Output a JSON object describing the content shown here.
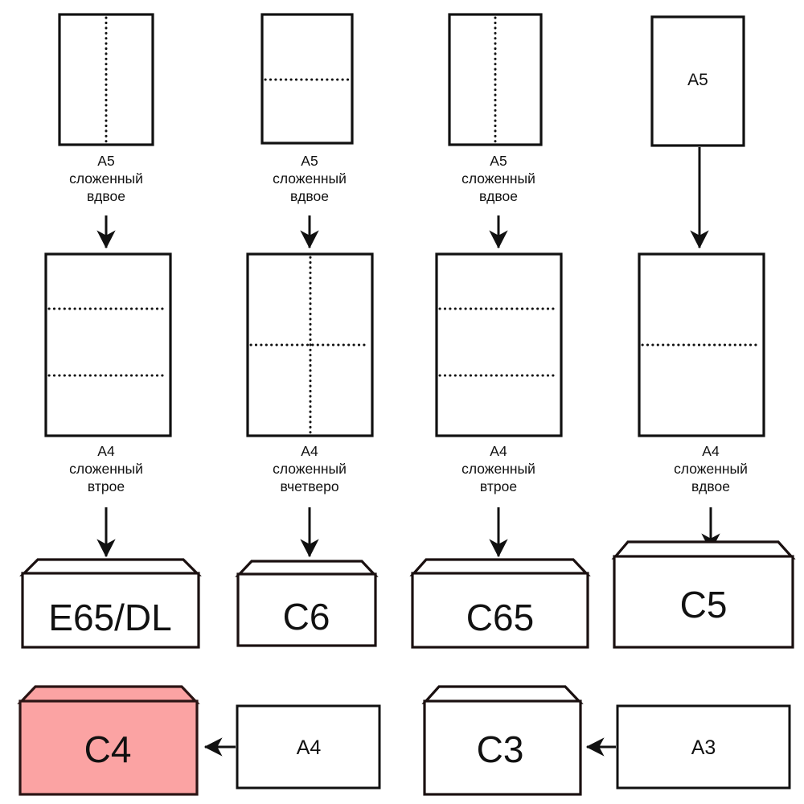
{
  "diagram": {
    "title": "Envelope and paper format correspondence chart",
    "language": "ru",
    "colors": {
      "stroke": "#111111",
      "paper_fill": "#ffffff",
      "highlight_fill": "#FBA3A3",
      "background": "#ffffff"
    },
    "columns": [
      {
        "id": "col-1",
        "top": {
          "label": "A5",
          "caption_line1": "A5",
          "caption_line2": "сложенный",
          "caption_line3": "вдвое",
          "fold": "vertical-half",
          "inner_label": ""
        },
        "middle": {
          "caption_line1": "A4",
          "caption_line2": "сложенный",
          "caption_line3": "втрое",
          "fold": "horizontal-thirds"
        },
        "envelope": {
          "label": "E65/DL"
        }
      },
      {
        "id": "col-2",
        "top": {
          "label": "A5",
          "caption_line1": "A5",
          "caption_line2": "сложенный",
          "caption_line3": "вдвое",
          "fold": "horizontal-half",
          "inner_label": ""
        },
        "middle": {
          "caption_line1": "A4",
          "caption_line2": "сложенный",
          "caption_line3": "вчетверо",
          "fold": "cross-quarters"
        },
        "envelope": {
          "label": "C6"
        }
      },
      {
        "id": "col-3",
        "top": {
          "label": "A5",
          "caption_line1": "A5",
          "caption_line2": "сложенный",
          "caption_line3": "вдвое",
          "fold": "vertical-half",
          "inner_label": ""
        },
        "middle": {
          "caption_line1": "A4",
          "caption_line2": "сложенный",
          "caption_line3": "втрое",
          "fold": "horizontal-thirds"
        },
        "envelope": {
          "label": "C65"
        }
      },
      {
        "id": "col-4",
        "top": {
          "label": "A5",
          "caption_line1": "",
          "caption_line2": "",
          "caption_line3": "",
          "fold": "none",
          "inner_label": "A5"
        },
        "middle": {
          "caption_line1": "A4",
          "caption_line2": "сложенный",
          "caption_line3": "вдвое",
          "fold": "horizontal-half"
        },
        "envelope": {
          "label": "C5"
        }
      }
    ],
    "bottom_row": [
      {
        "id": "c4-pair",
        "envelope_label": "C4",
        "highlighted": true,
        "source_label": "A4"
      },
      {
        "id": "c3-pair",
        "envelope_label": "C3",
        "highlighted": false,
        "source_label": "A3"
      }
    ]
  }
}
